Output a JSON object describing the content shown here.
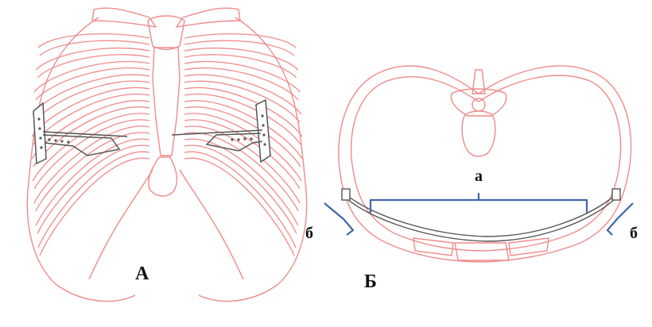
{
  "panels": {
    "left": {
      "label": "А"
    },
    "right": {
      "label": "Б"
    }
  },
  "annotations": {
    "a": "а",
    "b_left": "б",
    "b_right": "б"
  },
  "colors": {
    "bone_outline": "#f08a8a",
    "plate": "#555555",
    "bracket": "#3f66a8",
    "label": "#111111"
  }
}
